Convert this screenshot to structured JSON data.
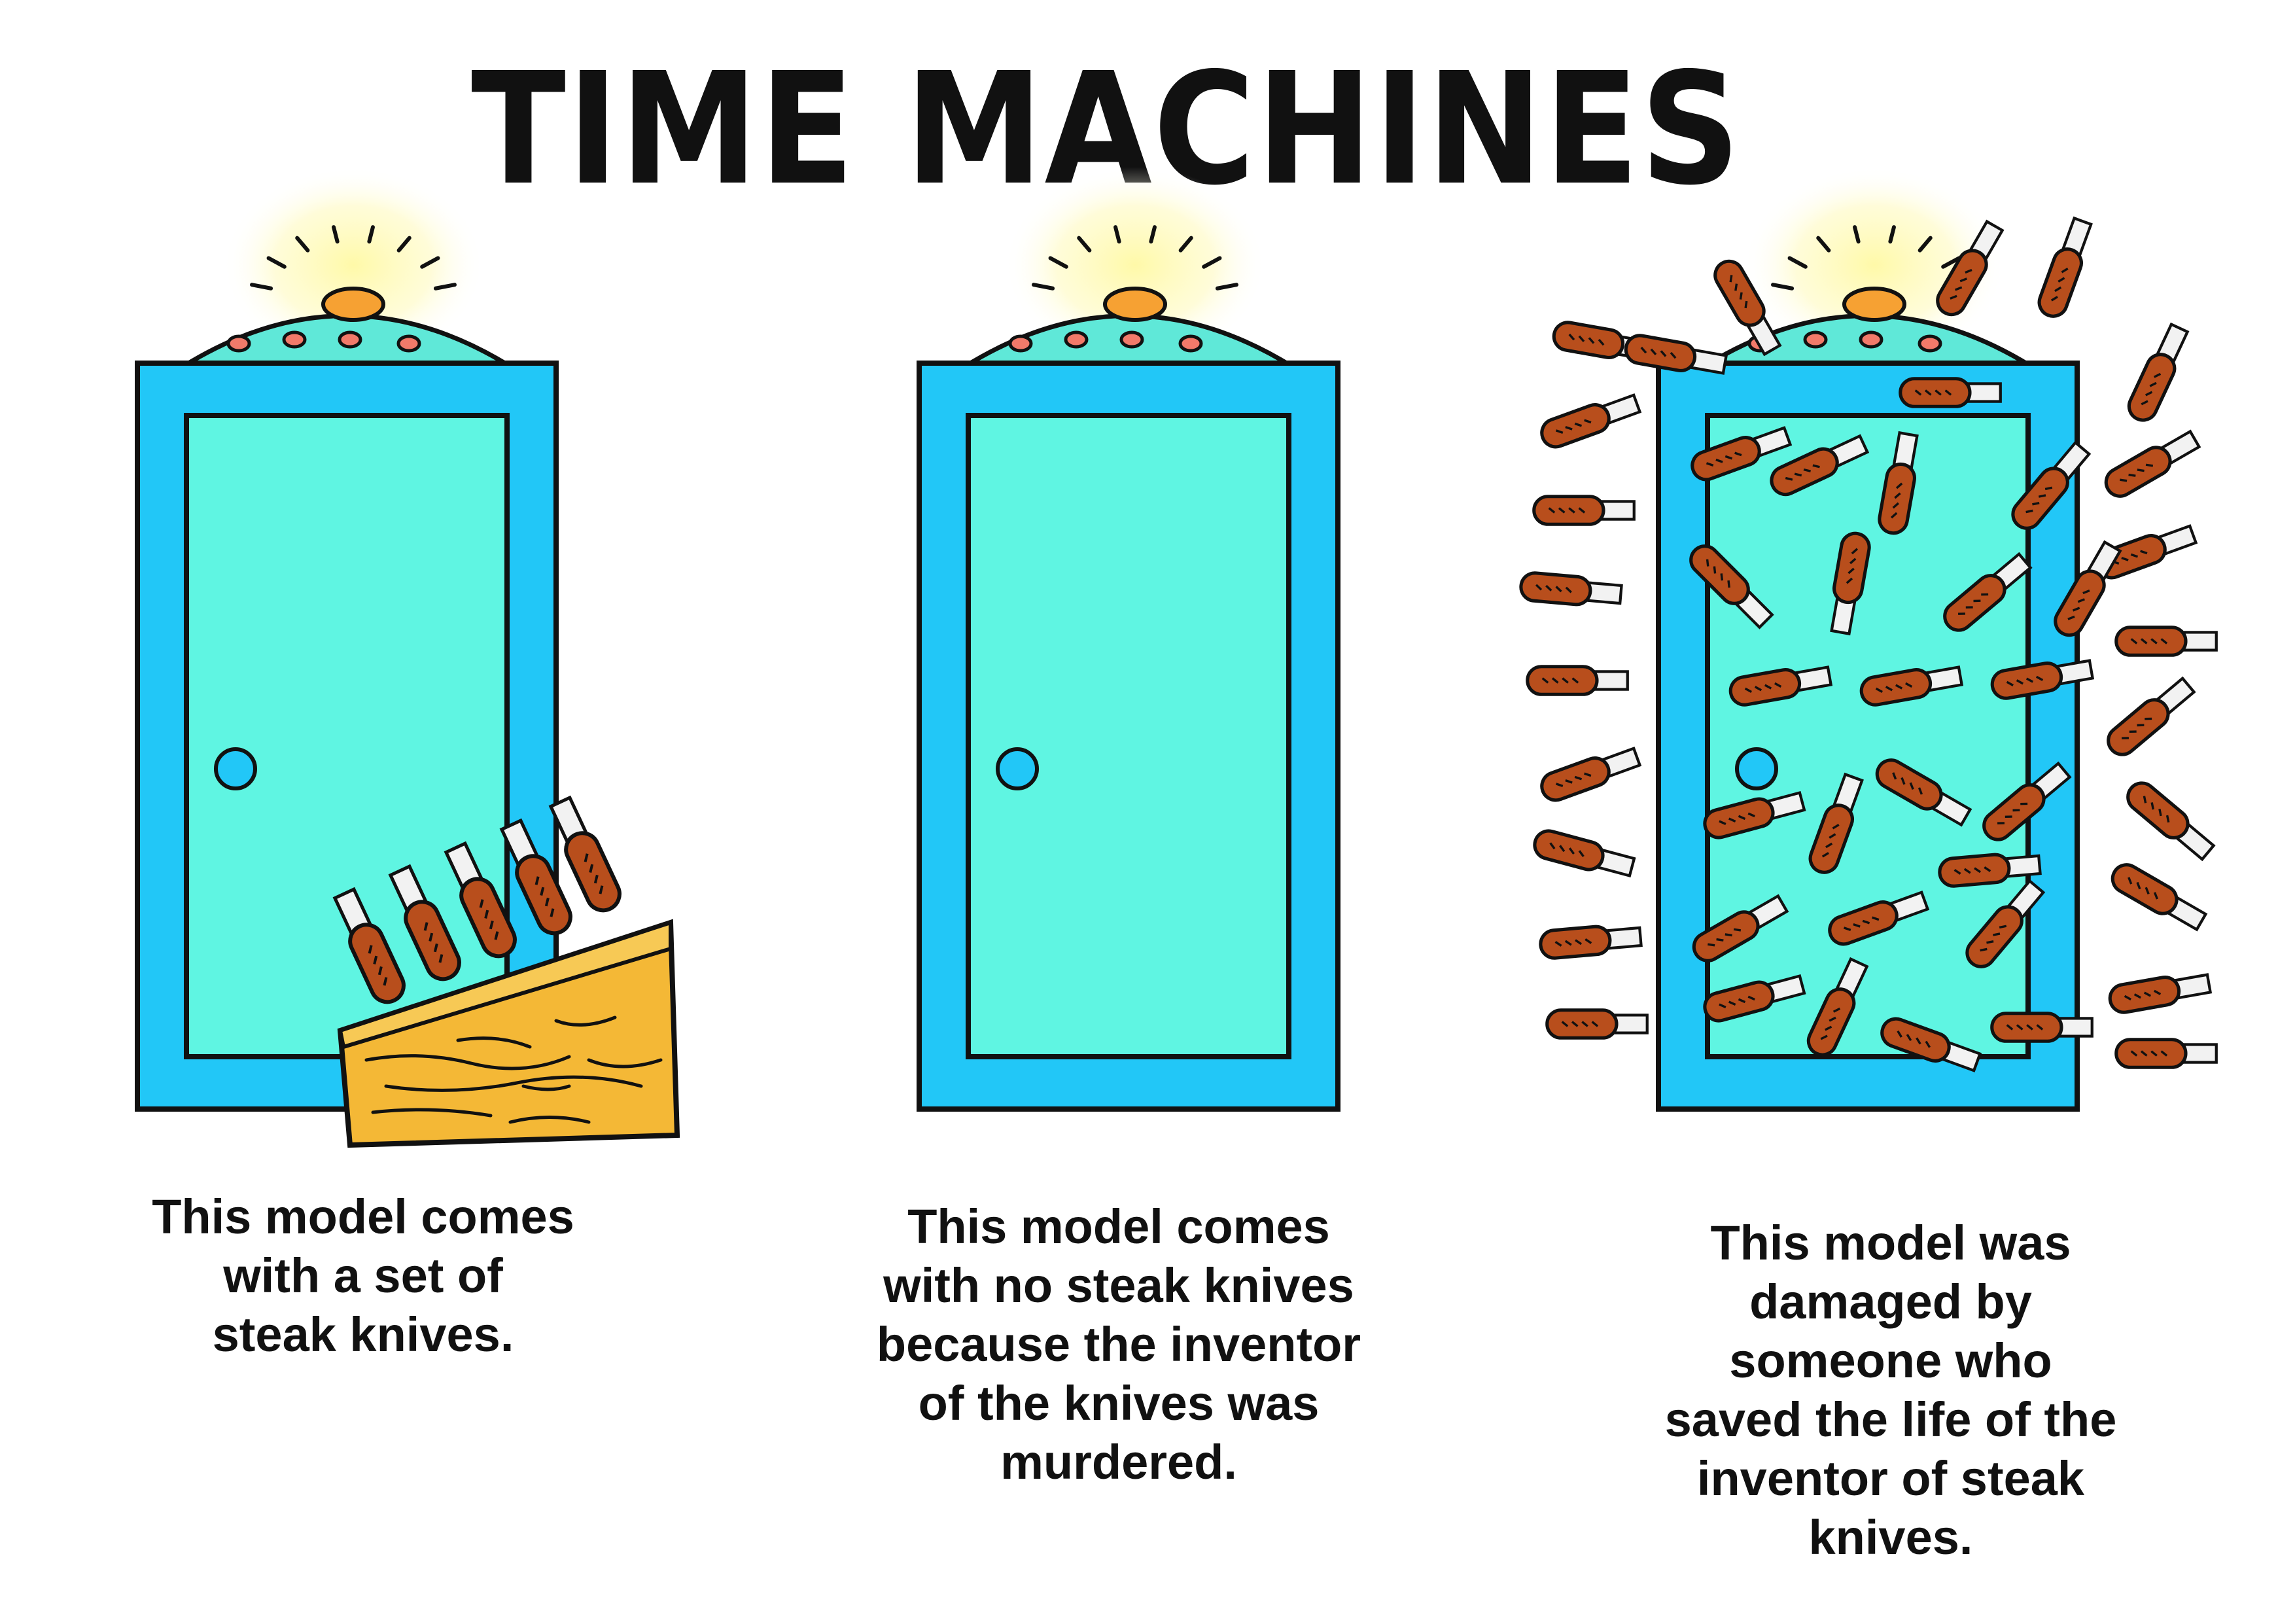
{
  "title": "TIME MACHINES",
  "colors": {
    "door_frame": "#22c7f7",
    "door_panel": "#5ff5e2",
    "dome": "#5fe8d8",
    "beacon": "#f6a133",
    "dome_lights": "#f27a6a",
    "glow": "#fdfaa0",
    "knife_handle": "#b84e1c",
    "knife_blade": "#f2f2f2",
    "knife_block": "#f4b836",
    "ink": "#111111"
  },
  "panels": [
    {
      "name": "model-with-knife-set",
      "caption": [
        "This model comes",
        "with a set of",
        "steak knives."
      ]
    },
    {
      "name": "model-without-knives",
      "caption": [
        "This model comes",
        "with no steak knives",
        "because the inventor",
        "of the knives was",
        "murdered."
      ]
    },
    {
      "name": "model-damaged-by-knives",
      "caption": [
        "This model was",
        "damaged by",
        "someone who",
        "saved the life of the",
        "inventor of steak",
        "knives."
      ]
    }
  ]
}
